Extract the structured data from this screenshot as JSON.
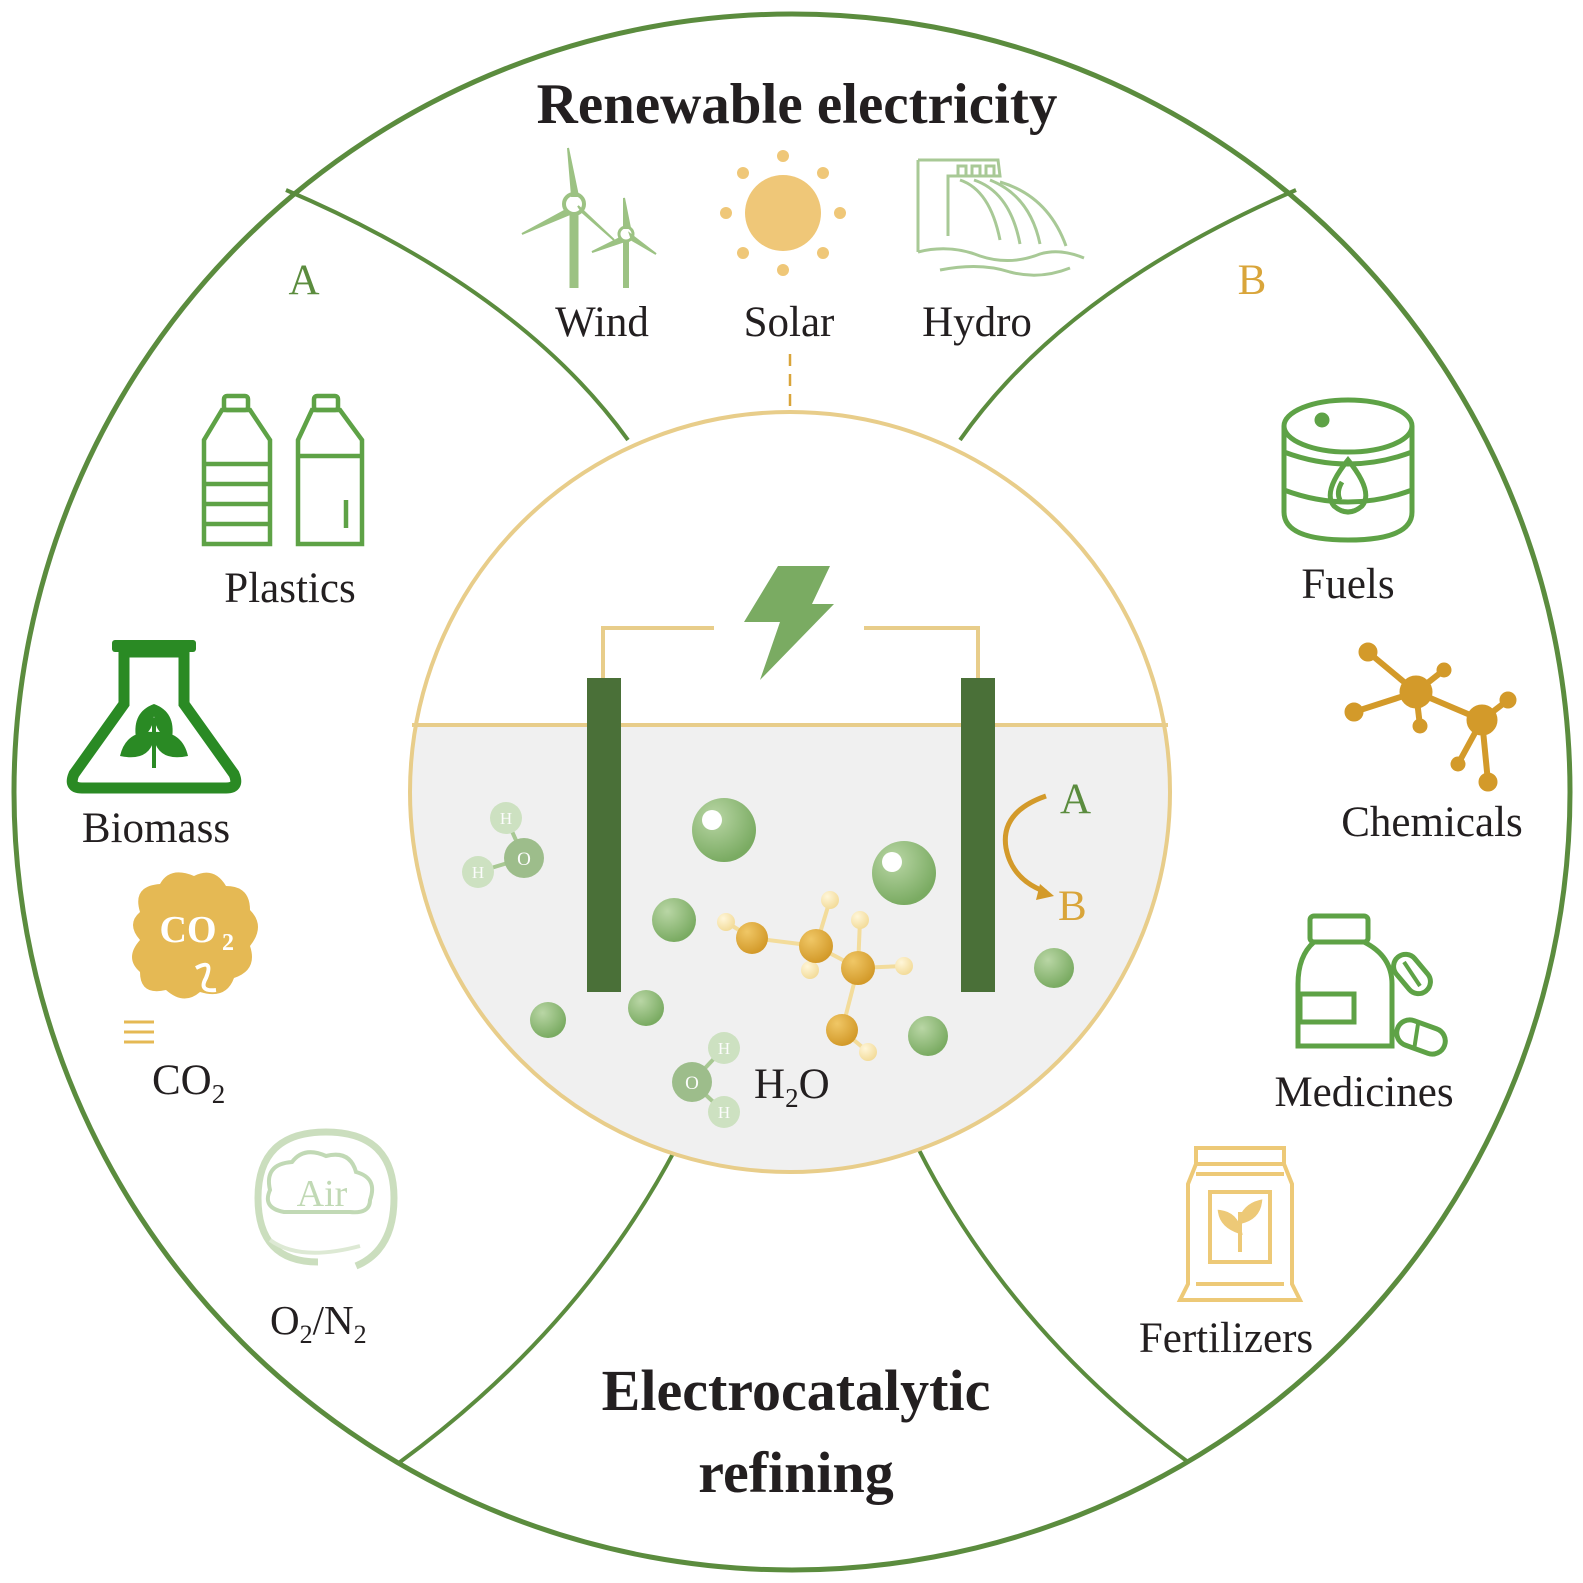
{
  "header": {
    "title": "Renewable electricity"
  },
  "footer": {
    "line1": "Electrocatalytic",
    "line2": "refining"
  },
  "sources": {
    "wind": "Wind",
    "solar": "Solar",
    "hydro": "Hydro"
  },
  "left_panel": {
    "marker": "A",
    "plastics": "Plastics",
    "biomass": "Biomass",
    "co2_main": "CO",
    "co2_sub": "2",
    "co2_icon_text": "CO",
    "co2_icon_sub": "2",
    "air_icon_text": "Air",
    "o2n2": {
      "o": "O",
      "o_sub": "2",
      "slash": "/N",
      "n_sub": "2"
    }
  },
  "right_panel": {
    "marker": "B",
    "fuels": "Fuels",
    "chemicals": "Chemicals",
    "medicines": "Medicines",
    "fertilizers": "Fertilizers"
  },
  "cell": {
    "reaction_a": "A",
    "reaction_b": "B",
    "water": {
      "h": "H",
      "sub": "2",
      "o": "O"
    },
    "atom_o": "O",
    "atom_h": "H"
  },
  "colors": {
    "ring_green": "#5b8c3e",
    "dark_green": "#4a7038",
    "light_green": "#8fb57a",
    "gold": "#d9a53a",
    "pale_gold": "#e8cd8a",
    "electrolyte": "#f0f0f0"
  }
}
